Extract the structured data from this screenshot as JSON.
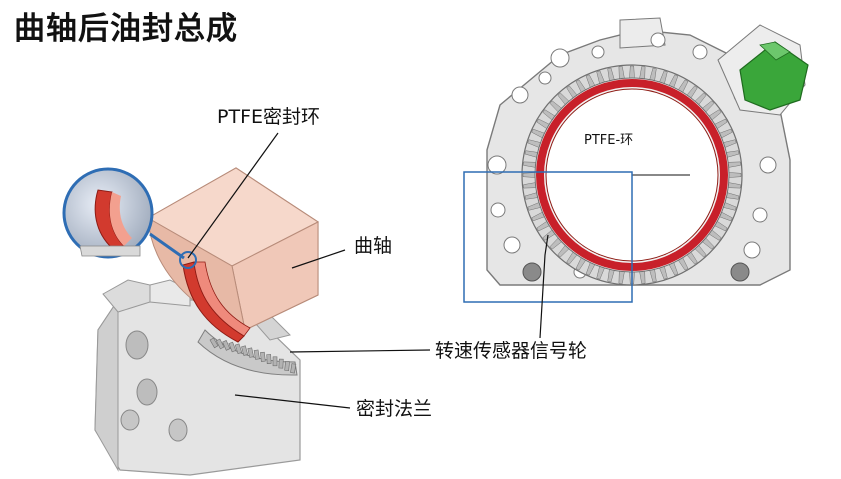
{
  "title": "曲轴后油封总成",
  "labels": {
    "ptfe_seal": "PTFE密封环",
    "crankshaft": "曲轴",
    "sensor_wheel": "转速传感器信号轮",
    "seal_flange": "密封法兰",
    "ptfe_ring": "PTFE-环"
  },
  "colors": {
    "seal_red": "#c8202a",
    "crank_pink": "#f4d2c4",
    "flange_gray": "#e3e3e3",
    "sensor_green": "#3aa63a",
    "callout_blue": "#2e6db4"
  }
}
